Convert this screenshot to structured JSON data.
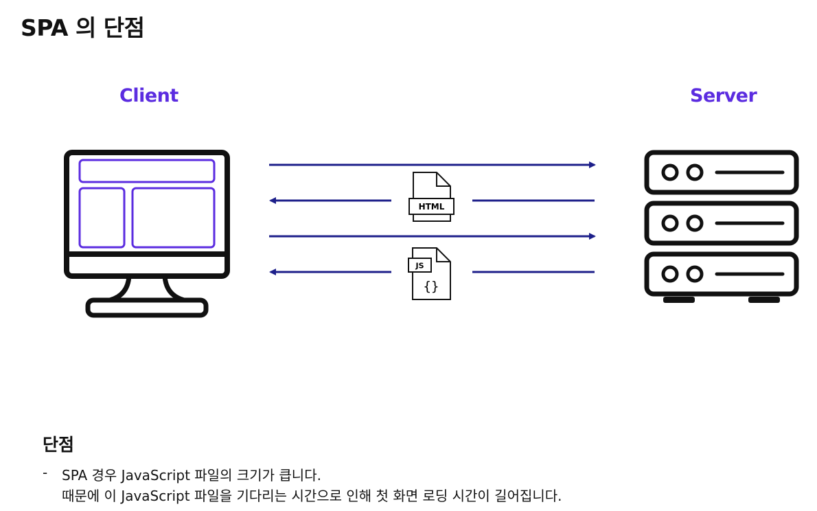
{
  "title": "SPA 의 단점",
  "client": {
    "label": "Client"
  },
  "server": {
    "label": "Server"
  },
  "files": {
    "html_label": "HTML",
    "js_label": "JS",
    "js_braces": "{}"
  },
  "colors": {
    "accent": "#5b2ce0",
    "arrow": "#1d1f8a",
    "ink": "#111111"
  },
  "icons": [
    "monitor-icon",
    "server-rack-icon",
    "html-file-icon",
    "js-file-icon"
  ],
  "arrows": [
    {
      "direction": "client-to-server"
    },
    {
      "direction": "server-to-client",
      "payload": "HTML"
    },
    {
      "direction": "client-to-server"
    },
    {
      "direction": "server-to-client",
      "payload": "JS"
    }
  ],
  "notes": {
    "heading": "단점",
    "bullet": "-",
    "line1": "SPA 경우 JavaScript 파일의 크기가 큽니다.",
    "line2": "때문에 이 JavaScript 파일을 기다리는 시간으로 인해 첫 화면 로딩 시간이 길어집니다."
  }
}
